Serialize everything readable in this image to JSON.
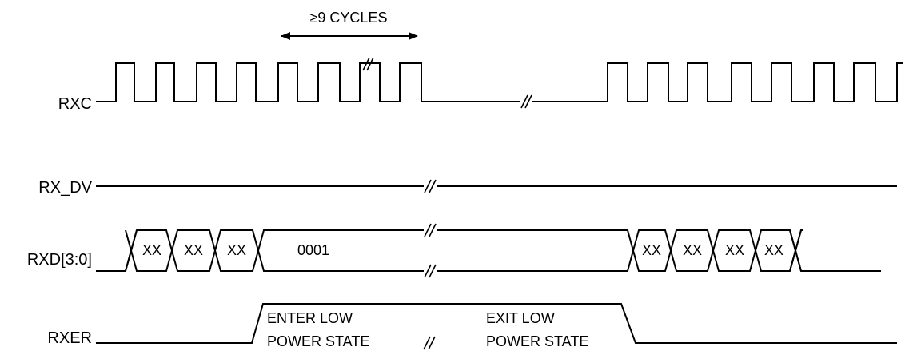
{
  "signals": {
    "rxc": "RXC",
    "rx_dv": "RX_DV",
    "rxd": "RXD[3:0]",
    "rxer": "RXER"
  },
  "annotation": {
    "cycles": "≥9 CYCLES"
  },
  "rxd_values": {
    "before": [
      "XX",
      "XX",
      "XX"
    ],
    "held": "0001",
    "after": [
      "XX",
      "XX",
      "XX",
      "XX"
    ]
  },
  "rxer_notes": {
    "enter_line1": "ENTER LOW",
    "enter_line2": "POWER STATE",
    "exit_line1": "EXIT LOW",
    "exit_line2": "POWER STATE"
  }
}
